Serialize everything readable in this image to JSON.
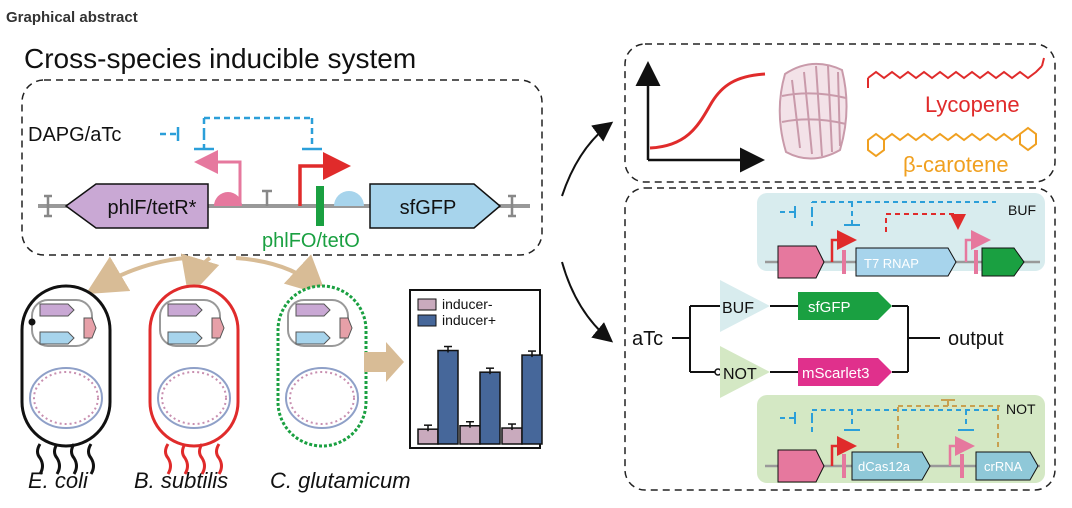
{
  "header": "Graphical abstract",
  "title": "Cross-species inducible system",
  "circuit": {
    "inducer": "DAPG/aTc",
    "repressor_gene": "phlF/tetR*",
    "reporter_gene": "sfGFP",
    "operator": "phlFO/tetO"
  },
  "organisms": [
    "E. coli",
    "B. subtilis",
    "C. glutamicum"
  ],
  "bar_chart": {
    "legend": [
      "inducer-",
      "inducer+"
    ],
    "colors": [
      "#c9aabd",
      "#46679a"
    ]
  },
  "chart_data": {
    "type": "bar",
    "categories": [
      "E. coli",
      "B. subtilis",
      "C. glutamicum"
    ],
    "series": [
      {
        "name": "inducer-",
        "values": [
          0.13,
          0.16,
          0.14
        ]
      },
      {
        "name": "inducer+",
        "values": [
          0.82,
          0.63,
          0.78
        ]
      }
    ],
    "ylim": [
      0,
      1
    ]
  },
  "applications": {
    "product1": "Lycopene",
    "product2": "β-carotene"
  },
  "logic": {
    "input": "aTc",
    "buf_gate": "BUF",
    "not_gate": "NOT",
    "buf_output_gene": "sfGFP",
    "not_output_gene": "mScarlet3",
    "output": "output",
    "buf_panel_label": "BUF",
    "buf_panel_gene": "T7 RNAP",
    "not_panel_label": "NOT",
    "not_panel_gene1": "dCas12a",
    "not_panel_gene2": "crRNA"
  },
  "colors": {
    "repressor": "#c9a8d4",
    "reporter": "#a7d4ec",
    "inhibition": "#2b9fd9",
    "promoter_red": "#e02b2b",
    "promoter_pink": "#e6789e",
    "operator_green": "#1aa041",
    "lycopene": "#e02b2b",
    "carotene": "#f0a020",
    "sfgfp_gate": "#1aa041",
    "mscarlet_gate": "#e0308c"
  }
}
